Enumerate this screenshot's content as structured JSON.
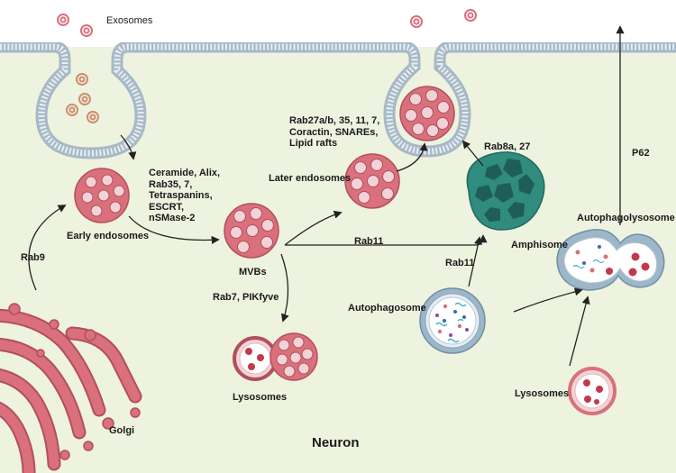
{
  "title": "Neuron",
  "labels": {
    "exosomes": "Exosomes",
    "early_endosomes": "Early endosomes",
    "mvbs": "MVBs",
    "later_endosomes": "Later endosomes",
    "amphisome": "Amphisome",
    "autophagosome": "Autophagosome",
    "autophagolysosome": "Autophagolysosome",
    "lysosomes_left": "Lysosomes",
    "lysosomes_right": "Lysosomes",
    "golgi": "Golgi"
  },
  "regulators": {
    "rab9": "Rab9",
    "ceramide_lines": [
      "Ceramide, Alix,",
      "Rab35, 7,",
      "Tetraspanins,",
      "ESCRT,",
      "nSMase-2"
    ],
    "secretion_lines": [
      "Rab27a/b, 35, 11, 7,",
      "Coractin, SNAREs,",
      "Lipid rafts"
    ],
    "rab8a": "Rab8a, 27",
    "p62": "P62",
    "rab11_top": "Rab11",
    "rab11_bottom": "Rab11",
    "rab7": "Rab7, PIKfyve"
  },
  "colors": {
    "cytoplasm": "#eef3df",
    "membrane": "#a7b9c7",
    "vesicle_fill": "#d9707c",
    "vesicle_stroke": "#b24f5c",
    "intraluminal": "#f2d3d7",
    "amphisome": "#2f8c7f",
    "arrow": "#222222"
  }
}
